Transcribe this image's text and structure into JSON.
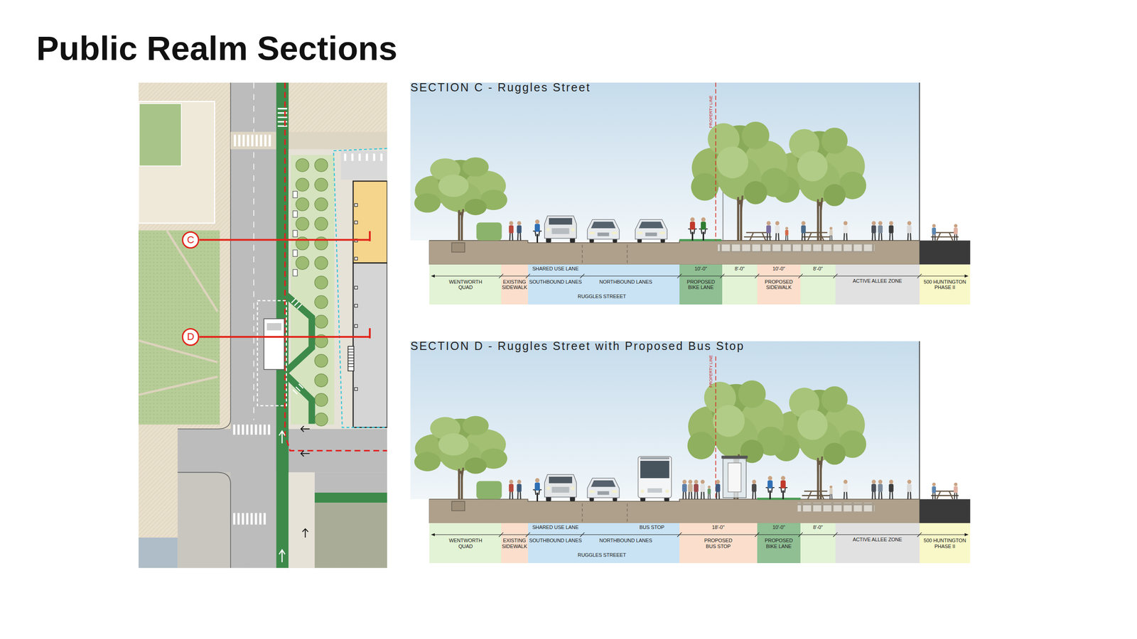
{
  "diagram": {
    "title": "Public Realm Sections",
    "nodes": [
      {
        "text": [
          "C"
        ]
      },
      {
        "text": [
          "D"
        ]
      },
      {
        "text": [
          "SECTION C - Ruggles Street"
        ]
      },
      {
        "text": [
          "WENTWORTH QUAD"
        ],
        "in": 2
      },
      {
        "text": [
          "EXISTING SIDEWALK"
        ],
        "in": 2
      },
      {
        "text": [
          "SHARED USE LANE",
          "SOUTHBOUND LANES",
          "NORTHBOUND LANES",
          "RUGGLES STREEET"
        ],
        "in": 2
      },
      {
        "text": [
          "10'-0\"",
          "PROPOSED BIKE LANE"
        ],
        "in": 2
      },
      {
        "text": [
          "8'-0\""
        ],
        "in": 2
      },
      {
        "text": [
          "10'-0\"",
          "PROPOSED SIDEWALK"
        ],
        "in": 2
      },
      {
        "text": [
          "8'-0\""
        ],
        "in": 2
      },
      {
        "text": [
          "ACTIVE ALLEE ZONE"
        ],
        "in": 2
      },
      {
        "text": [
          "500 HUNTINGTON PHASE II"
        ],
        "in": 2
      },
      {
        "text": [
          "SECTION D - Ruggles Street with Proposed Bus Stop"
        ]
      },
      {
        "text": [
          "WENTWORTH QUAD"
        ],
        "in": 12
      },
      {
        "text": [
          "EXISTING SIDEWALK"
        ],
        "in": 12
      },
      {
        "text": [
          "SHARED USE LANE",
          "BUS STOP",
          "SOUTHBOUND LANES",
          "NORTHBOUND LANES",
          "RUGGLES STREEET"
        ],
        "in": 12
      },
      {
        "text": [
          "18'-0\"",
          "PROPOSED BUS STOP"
        ],
        "in": 12
      },
      {
        "text": [
          "10'-0\"",
          "PROPOSED BIKE LANE"
        ],
        "in": 12
      },
      {
        "text": [
          "8'-0\""
        ],
        "in": 12
      },
      {
        "text": [
          "ACTIVE ALLEE ZONE"
        ],
        "in": 12
      },
      {
        "text": [
          "500 HUNTINGTON PHASE II"
        ],
        "in": 12
      }
    ],
    "labels": [
      "PROPERTY LINE",
      "PROPERTY LINE"
    ]
  }
}
